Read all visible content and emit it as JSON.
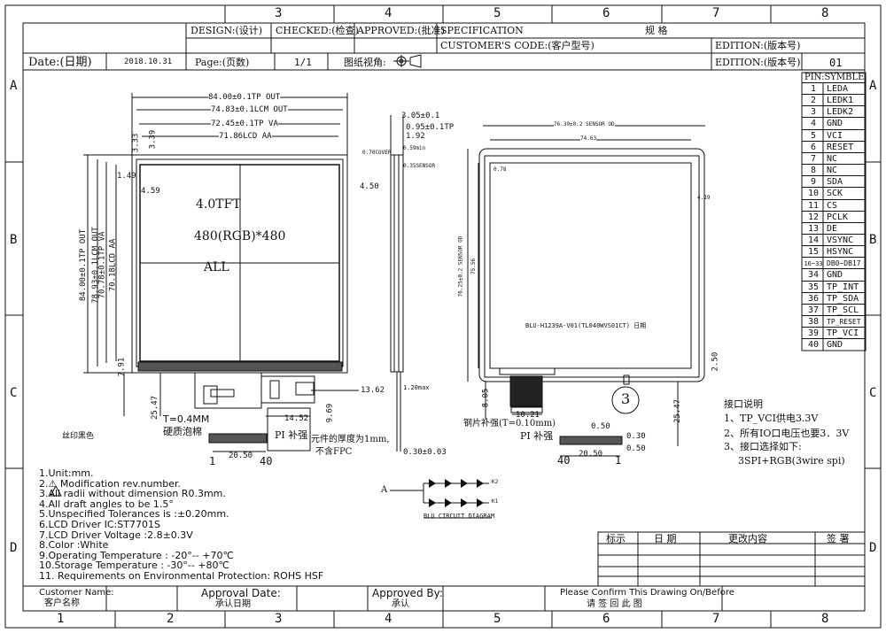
{
  "columns_top": [
    "3",
    "4",
    "5",
    "6",
    "7",
    "8"
  ],
  "columns_bottom": [
    "1",
    "2",
    "3",
    "4",
    "5",
    "6",
    "7",
    "8"
  ],
  "rows": [
    "A",
    "B",
    "C",
    "D"
  ],
  "header": {
    "design": "DESIGN:(设计)",
    "checked": "CHECKED:(检查)",
    "approved": "APPROVED:(批准)",
    "specification": "SPECIFICATION",
    "spec_cn": "规  格",
    "customer_code": "CUSTOMER'S CODE:(客户型号)",
    "edition": "EDITION:(版本号)",
    "date_label": "Date:(日期)",
    "date_value": "2018.10.31",
    "page_label": "Page:(页数)",
    "page_value": "1/1",
    "view_label": "图纸视角:",
    "edition2": "EDITION:(版本号)",
    "edition_value": "01"
  },
  "pin_table": {
    "title": "PIN:SYMBLE",
    "rows": [
      {
        "n": "1",
        "s": "LEDA"
      },
      {
        "n": "2",
        "s": "LEDK1"
      },
      {
        "n": "3",
        "s": "LEDK2"
      },
      {
        "n": "4",
        "s": "GND"
      },
      {
        "n": "5",
        "s": "VCI"
      },
      {
        "n": "6",
        "s": "RESET"
      },
      {
        "n": "7",
        "s": "NC"
      },
      {
        "n": "8",
        "s": "NC"
      },
      {
        "n": "9",
        "s": "SDA"
      },
      {
        "n": "10",
        "s": "SCK"
      },
      {
        "n": "11",
        "s": "CS"
      },
      {
        "n": "12",
        "s": "PCLK"
      },
      {
        "n": "13",
        "s": "DE"
      },
      {
        "n": "14",
        "s": "VSYNC"
      },
      {
        "n": "15",
        "s": "HSYNC"
      },
      {
        "n": "16~33",
        "s": "DB0~DB17"
      },
      {
        "n": "34",
        "s": "GND"
      },
      {
        "n": "35",
        "s": "TP_INT"
      },
      {
        "n": "36",
        "s": "TP_SDA"
      },
      {
        "n": "37",
        "s": "TP_SCL"
      },
      {
        "n": "38",
        "s": "TP_RESET"
      },
      {
        "n": "39",
        "s": "TP_VCI"
      },
      {
        "n": "40",
        "s": "GND"
      }
    ]
  },
  "front_view": {
    "dim_out": "84.00±0.1TP OUT",
    "dim_lcm": "74.83±0.1LCM OUT",
    "dim_va": "72.45±0.1TP VA",
    "dim_aa": "71.86LCD AA",
    "dim_333": "3.33",
    "dim_339": "3.39",
    "dim_149": "1.49",
    "dim_459": "4.59",
    "vdim_out": "84.00±0.1TP OUT",
    "vdim_lcm": "78.93±0.1LCM OUT",
    "vdim_va": "70.78±0.1TP VA",
    "vdim_aa": "70.18LCD AA",
    "vdim_791": "7.91",
    "vdim_2547": "25.47",
    "vdim_969": "9.69",
    "panel_line1": "4.0TFT",
    "panel_line2": "480(RGB)*480",
    "panel_line3": "ALL",
    "t04": "T=0.4MM",
    "hard_foam": "硬质泡棉",
    "silk": "丝印黑色",
    "pi": "PI 补强",
    "thick_note1": "元件的厚度为1mm,",
    "thick_note2": "不含FPC",
    "dim_1452": "14.52",
    "dim_2050": "20.50",
    "pin1": "1",
    "pin40": "40",
    "dim_1362": "13.62"
  },
  "side_view": {
    "d305": "3.05±0.1",
    "d095": "0.95±0.1TP",
    "d192": "1.92",
    "d070": "0.70COVER",
    "d059": "0.59min",
    "d035": "0.35SENSOR",
    "d450": "4.50",
    "d120": "1.20max",
    "d030": "0.30±0.03"
  },
  "back_view": {
    "d_top1": "76.39±0.2 SENSOR OD",
    "d_top2": "74.63",
    "d078": "0.78",
    "d419": "4.19",
    "d_v1": "76.25±0.2 SENSOR OD",
    "d_v2": "75.56",
    "label": "BLU-H1239A-V01(TL040WVS01CT) 日期",
    "d805": "8.05",
    "d1021": "10.21",
    "stiffener": "钢片补强(T=0.10mm)",
    "pi": "PI 补强",
    "d2547": "25.47",
    "d250": "2.50",
    "circle": "3",
    "d050a": "0.50",
    "d030": "0.30",
    "d050b": "0.50",
    "d2050": "20.50",
    "pin40": "40",
    "pin1": "1"
  },
  "interface_notes": [
    "接口说明",
    "1、TP_VCI供电3.3V",
    "2、所有IO口电压也要3．3V",
    "3、接口选择如下:",
    "3SPI+RGB(3wire spi)"
  ],
  "notes": [
    "1.Unit:mm.",
    "2.⚠ Modification rev.number.",
    "3.All radii without dimension R0.3mm.",
    "4.All draft angles to be 1.5°",
    "5.Unspecified Tolerances is :±0.20mm.",
    "6.LCD Driver IC:ST7701S",
    "7.LCD Driver Voltage :2.8±0.3V",
    "8.Color :White",
    "9.Operating Temperature : -20°-- +70℃",
    "10.Storage Temperature : -30°-- +80℃",
    "11. Requirements on Environmental Protection: ROHS HSF"
  ],
  "blu": {
    "a": "A",
    "k1": "K1",
    "k2": "K2",
    "caption": "BLU CIRCUIT DIAGRAM"
  },
  "revision_table": {
    "headers": [
      "标示",
      "日 期",
      "更改内容",
      "签 署"
    ]
  },
  "footer": {
    "customer_name": "Customer Name:",
    "customer_cn": "客户名称",
    "approval_date": "Approval Date:",
    "approval_cn": "承认日期",
    "approved_by": "Approved By:",
    "approved_cn": "承认",
    "confirm": "Please Confirm This Drawing On/Before",
    "confirm_cn": "请 签 回 此 图"
  }
}
